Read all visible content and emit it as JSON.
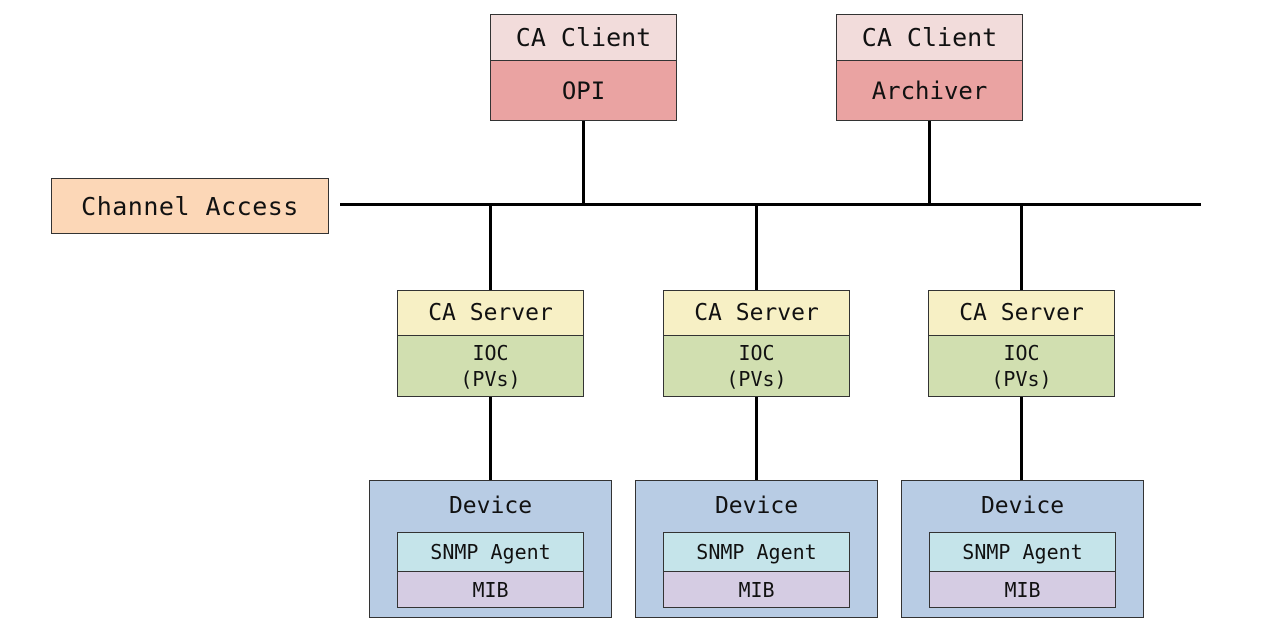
{
  "network": {
    "label": "Channel Access"
  },
  "clients": [
    {
      "role": "CA Client",
      "app": "OPI"
    },
    {
      "role": "CA Client",
      "app": "Archiver"
    }
  ],
  "servers": [
    {
      "role": "CA Server",
      "ioc": "IOC\n(PVs)"
    },
    {
      "role": "CA Server",
      "ioc": "IOC\n(PVs)"
    },
    {
      "role": "CA Server",
      "ioc": "IOC\n(PVs)"
    }
  ],
  "devices": [
    {
      "title": "Device",
      "agent": "SNMP Agent",
      "mib": "MIB"
    },
    {
      "title": "Device",
      "agent": "SNMP Agent",
      "mib": "MIB"
    },
    {
      "title": "Device",
      "agent": "SNMP Agent",
      "mib": "MIB"
    }
  ],
  "colors": {
    "client_role": "#f2dcdb",
    "client_app": "#eaa3a2",
    "server_role": "#f7f0c5",
    "server_ioc": "#d1dfb0",
    "device": "#b8cce4",
    "snmp_agent": "#c5e4ea",
    "mib": "#d5cce3",
    "channel_access": "#fcd7b7"
  }
}
